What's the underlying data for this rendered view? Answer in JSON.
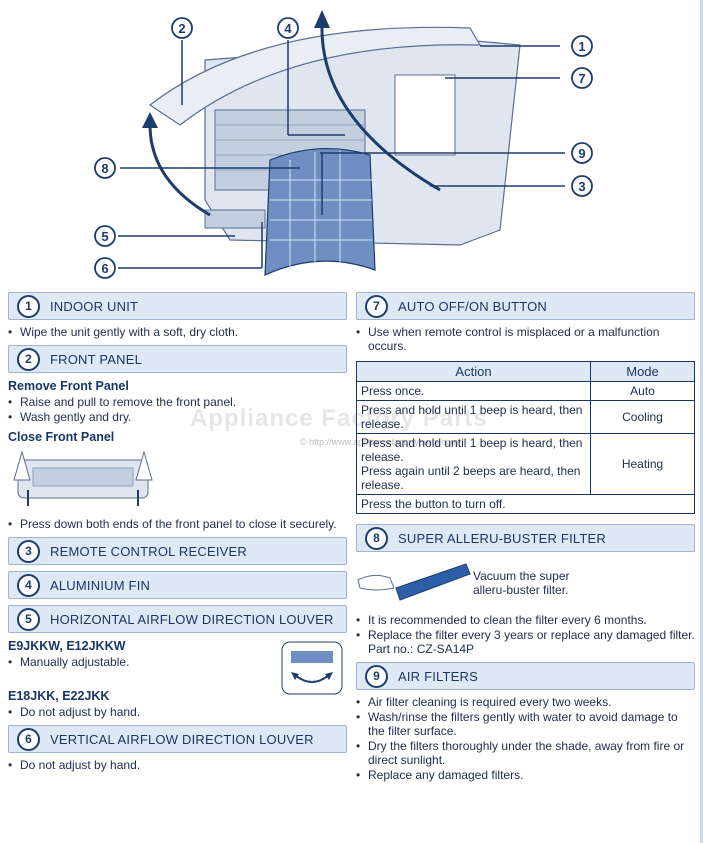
{
  "diagram": {
    "callouts": [
      "1",
      "2",
      "3",
      "4",
      "5",
      "6",
      "7",
      "8",
      "9"
    ],
    "diagram_labels": [
      {
        "name": "callout-1",
        "text": "1"
      },
      {
        "name": "callout-2",
        "text": "2"
      },
      {
        "name": "callout-3",
        "text": "3"
      },
      {
        "name": "callout-4",
        "text": "4"
      },
      {
        "name": "callout-5",
        "text": "5"
      },
      {
        "name": "callout-6",
        "text": "6"
      },
      {
        "name": "callout-7",
        "text": "7"
      },
      {
        "name": "callout-8",
        "text": "8"
      },
      {
        "name": "callout-9",
        "text": "9"
      }
    ]
  },
  "watermark": {
    "title": "Appliance Factory Parts",
    "url": "© http://www.appliancefactoryparts.com"
  },
  "sections": {
    "s1": {
      "num": "1",
      "title": "INDOOR UNIT",
      "bullets": [
        "Wipe the unit gently with a soft, dry cloth."
      ]
    },
    "s2": {
      "num": "2",
      "title": "FRONT PANEL",
      "remove_title": "Remove Front Panel",
      "remove_bullets": [
        "Raise and pull to remove the front panel.",
        "Wash gently and dry."
      ],
      "close_title": "Close Front Panel",
      "close_bullets": [
        "Press down both ends of the front panel to close it securely."
      ]
    },
    "s3": {
      "num": "3",
      "title": "REMOTE CONTROL RECEIVER"
    },
    "s4": {
      "num": "4",
      "title": "ALUMINIUM FIN"
    },
    "s5": {
      "num": "5",
      "title": "HORIZONTAL AIRFLOW DIRECTION LOUVER",
      "models_a": "E9JKKW, E12JKKW",
      "bullets_a": [
        "Manually adjustable."
      ],
      "models_b": "E18JKK, E22JKK",
      "bullets_b": [
        "Do not adjust by hand."
      ]
    },
    "s6": {
      "num": "6",
      "title": "VERTICAL AIRFLOW DIRECTION LOUVER",
      "bullets": [
        "Do not adjust by hand."
      ]
    },
    "s7": {
      "num": "7",
      "title": "AUTO OFF/ON BUTTON",
      "bullets": [
        "Use when remote control is misplaced or a malfunction occurs."
      ],
      "table": {
        "headers": [
          "Action",
          "Mode"
        ],
        "rows": [
          {
            "action": "Press once.",
            "mode": "Auto"
          },
          {
            "action": "Press and hold until 1 beep is heard, then release.",
            "mode": "Cooling"
          },
          {
            "action": "Press and hold until 1 beep is heard, then release.",
            "action2": "Press again until 2 beeps are heard, then release.",
            "mode": "Heating"
          }
        ],
        "footer": "Press the button to turn off."
      }
    },
    "s8": {
      "num": "8",
      "title": "SUPER ALLERU-BUSTER FILTER",
      "caption": "Vacuum the super alleru-buster filter.",
      "bullets": [
        "It is recommended to clean the filter every 6 months.",
        "Replace the filter every 3 years or replace any damaged filter."
      ],
      "part": "Part no.: CZ-SA14P"
    },
    "s9": {
      "num": "9",
      "title": "AIR FILTERS",
      "bullets": [
        "Air filter cleaning is required every two weeks.",
        "Wash/rinse the filters gently with water to avoid damage to the filter surface.",
        "Dry the filters thoroughly under the shade, away from fire or direct sunlight.",
        "Replace any damaged filters."
      ]
    }
  }
}
